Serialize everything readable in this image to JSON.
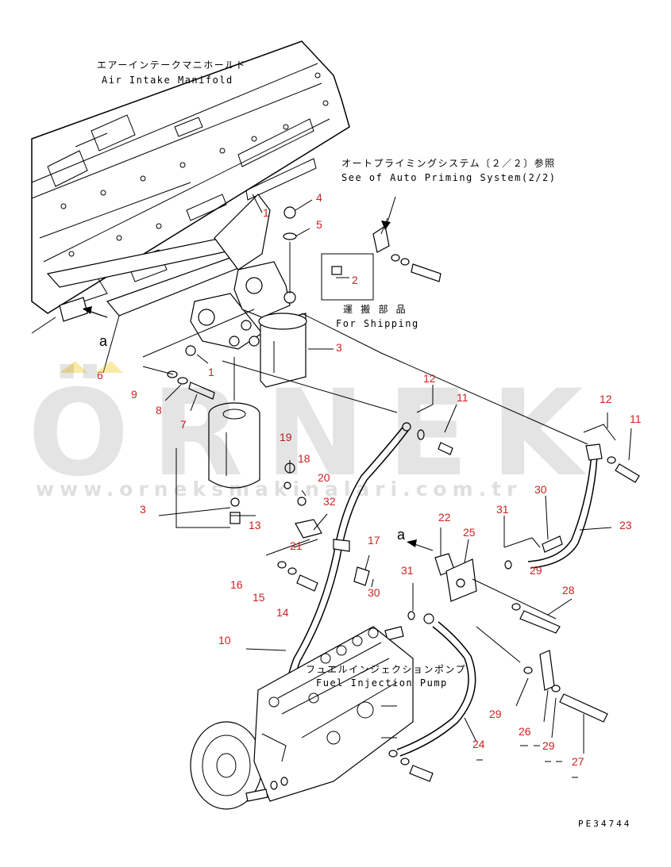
{
  "captions": {
    "manifold_jp": "エアーインテークマニホールド",
    "manifold_en": "Air Intake Manifold",
    "priming_jp": "オートプライミングシステム〔２／２〕参照",
    "priming_en": "See of Auto Priming System(2/2)",
    "shipping_jp": "運 搬 部 品",
    "shipping_en": "For Shipping",
    "pump_jp": "フュエルインジェクションポンプ",
    "pump_en": "Fuel Injection Pump"
  },
  "view_labels": {
    "a_left": "a",
    "a_right": "a"
  },
  "part_numbers": {
    "n1a": "1",
    "n1b": "1",
    "n2": "2",
    "n3a": "3",
    "n3b": "3",
    "n4": "4",
    "n5": "5",
    "n6": "6",
    "n7": "7",
    "n8": "8",
    "n9": "9",
    "n10": "10",
    "n11a": "11",
    "n11b": "11",
    "n12a": "12",
    "n12b": "12",
    "n13": "13",
    "n14": "14",
    "n15": "15",
    "n16": "16",
    "n17": "17",
    "n18": "18",
    "n19": "19",
    "n20": "20",
    "n21": "21",
    "n22": "22",
    "n23": "23",
    "n24": "24",
    "n25": "25",
    "n26": "26",
    "n27": "27",
    "n28": "28",
    "n29a": "29",
    "n29b": "29",
    "n29c": "29",
    "n30a": "30",
    "n30b": "30",
    "n31a": "31",
    "n31b": "31",
    "n32": "32"
  },
  "watermark": {
    "brand": "ÖRNEK",
    "url": "www.orneksmakinalari.com.tr"
  },
  "reference_code": "PE34744",
  "colors": {
    "part_number": "#cc2222",
    "line": "#000000",
    "watermark": "#cccccc",
    "accent": "#f2c200"
  }
}
